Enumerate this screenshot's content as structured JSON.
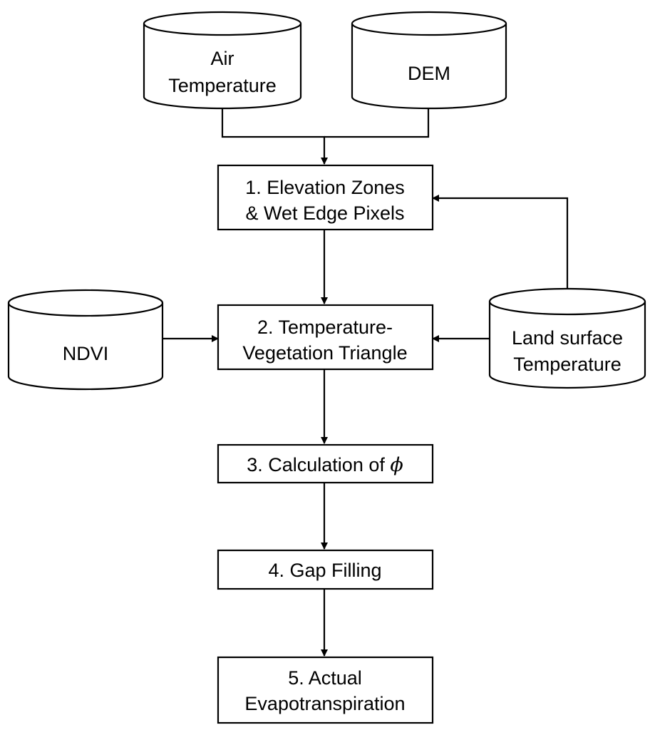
{
  "data_sources": {
    "air_temperature": {
      "lines": [
        "Air",
        "Temperature"
      ]
    },
    "dem": {
      "lines": [
        "DEM"
      ]
    },
    "ndvi": {
      "lines": [
        "NDVI"
      ]
    },
    "land_surface_temperature": {
      "lines": [
        "Land surface",
        "Temperature"
      ]
    }
  },
  "steps": {
    "step1": {
      "lines": [
        "1. Elevation Zones",
        "& Wet Edge Pixels"
      ]
    },
    "step2": {
      "lines": [
        "2. Temperature-",
        "Vegetation Triangle"
      ]
    },
    "step3": {
      "text": "3. Calculation of ",
      "symbol": "ϕ"
    },
    "step4": {
      "lines": [
        "4. Gap Filling"
      ]
    },
    "step5": {
      "lines": [
        "5. Actual",
        "Evapotranspiration"
      ]
    }
  },
  "colors": {
    "stroke": "#000000",
    "fill": "#ffffff",
    "text": "#000000"
  }
}
